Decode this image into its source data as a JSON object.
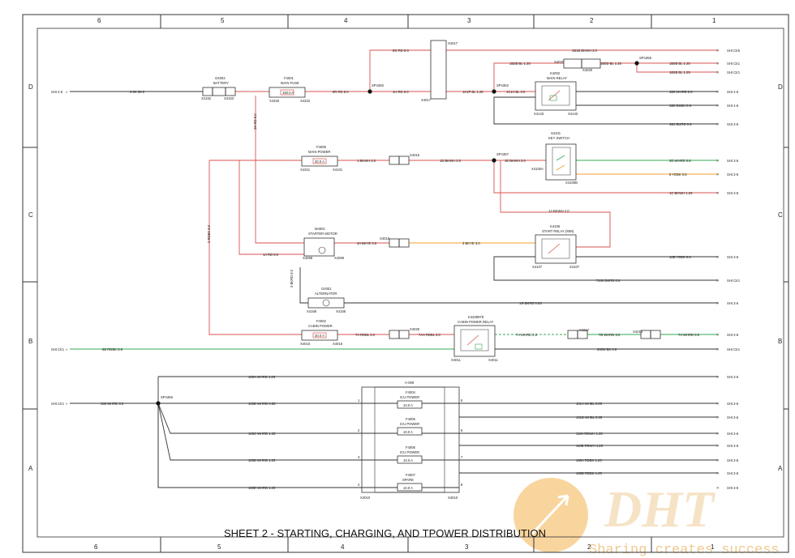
{
  "sheet_title": "SHEET 2 - STARTING, CHARGING, AND TPOWER DISTRIBUTION",
  "watermark": {
    "logo_text": "DHT",
    "slogan": "Sharing creates success"
  },
  "grid": {
    "top_cols": [
      "6",
      "5",
      "4",
      "3",
      "2",
      "1"
    ],
    "bottom_cols": [
      "6",
      "5",
      "4",
      "3",
      "2",
      "1"
    ],
    "rows": [
      "D",
      "C",
      "B",
      "A"
    ]
  },
  "colors": {
    "power": "#d9534f",
    "ground": "#333333",
    "signal_green": "#33a853",
    "signal_orange": "#f0a030"
  },
  "components": {
    "battery": {
      "id": "G4003",
      "name": "BATTERY",
      "pins": [
        "X4152",
        "X4153"
      ]
    },
    "main_fuse": {
      "id": "F4001",
      "name": "MAIN FUSE",
      "rating": "150.0 A",
      "pins": [
        "X4320",
        "X4322"
      ]
    },
    "main_power": {
      "id": "F4005",
      "name": "MAIN POWER",
      "rating": "30.0 A",
      "pins": [
        "X4321",
        "X4101"
      ]
    },
    "cabin_power": {
      "id": "F4002",
      "name": "CABIN POWER",
      "rating": "30.0 A",
      "pins": [
        "X4016",
        "X4016"
      ]
    },
    "starter": {
      "id": "M4001",
      "name": "STARTER MOTOR",
      "pins": [
        "X4068",
        "X4069"
      ]
    },
    "alternator": {
      "id": "G4001",
      "name": "ALTERNATOR",
      "pins": [
        "X4166",
        "X4165"
      ]
    },
    "main_relay": {
      "id": "K4002",
      "name": "MAIN RELAY",
      "pins": [
        "X4143",
        "X4143"
      ]
    },
    "key_switch": {
      "id": "S4101",
      "name": "KEY SWITCH",
      "pins": [
        "X4100A",
        "X4100B"
      ]
    },
    "start_relay": {
      "id": "K4106",
      "name": "START RELAY (MIN)",
      "pins": [
        "X4107",
        "X4107"
      ]
    },
    "cabin_power_relay": {
      "id": "K4208978",
      "name": "CABIN POWER RELAY",
      "pins": [
        "X4011",
        "X4011"
      ]
    },
    "fuse_block": {
      "id": "A-009",
      "fuses": [
        {
          "id": "F4004",
          "name": "ICU POWER",
          "rating": "10.0 A"
        },
        {
          "id": "F4005",
          "name": "ICU POWER",
          "rating": "10.0 A"
        },
        {
          "id": "F4006",
          "name": "ICU POWER",
          "rating": "10.0 A"
        },
        {
          "id": "F4007",
          "name": "SPARE",
          "rating": "10.0 A"
        }
      ],
      "left_pins": [
        "1",
        "2",
        "3",
        "4"
      ],
      "right_pins": [
        "5",
        "6",
        "7",
        "8"
      ],
      "conn_left": "X4010",
      "conn_right": "X4010"
    },
    "splices": [
      "SPn350",
      "SPn352",
      "SPn355",
      "SPn357",
      "SPn356",
      "SPn358"
    ],
    "inline_connectors": [
      "X4017",
      "X4021",
      "X4020",
      "X4025",
      "X4015",
      "X4018",
      "X4217",
      "X4218"
    ]
  },
  "wires": {
    "battery_in": "0.6K 30.0",
    "fuse_out": "8R RD 8.0",
    "top_red": "8G RD 8.0",
    "mid_red": "1H RD 8.0",
    "relay_feed": "1K1P BL 1.25",
    "relay_coil": "1C1A BL 3.0",
    "rows_right": [
      "1B1B BKWH 3.0",
      "1B0D BL 1.25",
      "1B0B BL 1.25",
      "1B2B BL 1.25",
      "1B3 WHRD 0.6",
      "1B0 DKBK 0.6",
      "1B4 BURD 0.6",
      "2D WHRD 0.8",
      "6 YEBK 0.8",
      "1C BKWH 1.25",
      "1A BKWH 2.0",
      "10B YEBK 0.8",
      "7100 DKRD 0.8",
      "1G BKRD 0.85",
      "7A WHRD 3.0",
      "7B WHRD 3.0",
      "200M BK 0.8"
    ],
    "main_power_out": "1 BKWH 3.0",
    "keysw_in": "1D BKWH 3.0",
    "keysw_feed": "1E BKWH 3.0",
    "starter_feed": "3A BKYE 3.0",
    "starter_out": "3 BKYE 3.0",
    "starter_ret": "1A RD 8.0",
    "cabin_in": "7A RDBL 3.0",
    "cabin_out": "7AA RDBL 3.0",
    "cabin_relay_out": "7A WHRD 3.0",
    "ground_in": "8B RDBK 0.8",
    "left_v1": "2H RD 8.0",
    "left_v2": "2 RDBK 8.0",
    "left_v3": "3 BKRD 8.0",
    "dist_top": "183A WHRD 1.25",
    "dist_in": "183 WHRD 3.0",
    "dist_a": "183D WHRD 0.85",
    "dist_b": "183C WHRD 1.25",
    "dist_c": "183B WHRD 1.25",
    "dist_d": "183E WHRD 1.25",
    "dist_out": [
      "101A WHBL 0.85",
      "101B WHBL 0.85",
      "118A RDWH 1.25",
      "118B RDWH 1.25",
      "188A RDBK 1.25",
      "188B RDBK 1.25"
    ]
  },
  "offpage": {
    "in_d": "SHt 4-6",
    "in_b": "SHt Ctr1",
    "in_a": "SHt Ctr1",
    "right": [
      "SHt Ctr6",
      "SHt Ctr1",
      "SHt Ctr1",
      "SHt Ctr1",
      "SHt 4-6",
      "SHt 4-6",
      "SHt 3-6",
      "SHt 3-6",
      "SHt 3-6",
      "SHt 3-6",
      "SHt 3-6",
      "SHt Ctr1",
      "SHt 3-6",
      "SHt 3-6",
      "SHt Ctr1",
      "SHt 3-6",
      "SHt 3-6",
      "SHt Ctr6",
      "SHt 3-6",
      "SHt 3-6",
      "SHt 3-6",
      "SHt 3-6",
      "SHt 3-6",
      "SHt 3-6"
    ]
  }
}
